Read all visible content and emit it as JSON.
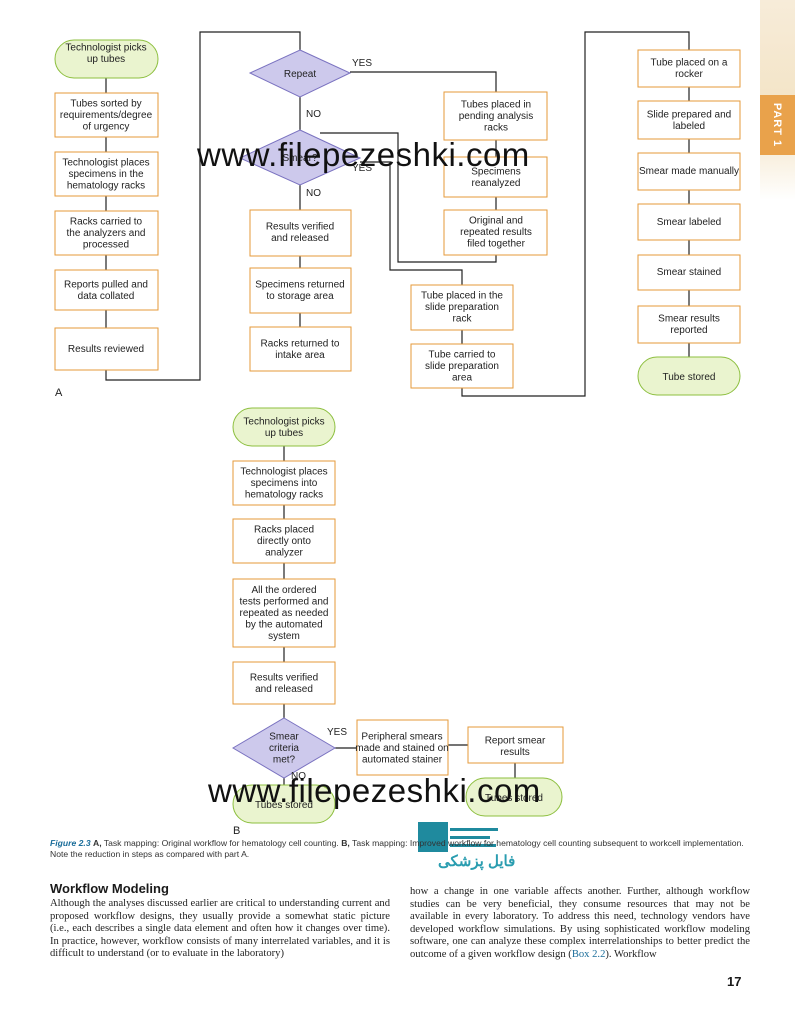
{
  "part_tab": "PART 1",
  "watermark": "www.filepezeshki.com",
  "panel_a": {
    "label": "A",
    "col1": [
      "Technologist picks up tubes",
      "Tubes sorted by requirements/degree of urgency",
      "Technologist places specimens in the hematology racks",
      "Racks carried to the analyzers and processed",
      "Reports pulled and data collated",
      "Results reviewed"
    ],
    "repeat": "Repeat",
    "smear": "Smear?",
    "yes": "YES",
    "no": "NO",
    "col2": [
      "Results verified and released",
      "Specimens returned to storage area",
      "Racks returned to intake area"
    ],
    "col3": [
      "Tubes placed in pending analysis racks",
      "Specimens reanalyzed",
      "Original and repeated results filed together"
    ],
    "col4": [
      "Tube placed in the slide preparation rack",
      "Tube carried to slide preparation area"
    ],
    "col5": [
      "Tube placed on a rocker",
      "Slide prepared and labeled",
      "Smear made manually",
      "Smear labeled",
      "Smear stained",
      "Smear results reported",
      "Tube stored"
    ]
  },
  "panel_b": {
    "label": "B",
    "steps": [
      "Technologist picks up tubes",
      "Technologist places specimens into hematology racks",
      "Racks placed directly onto analyzer",
      "All the ordered tests performed and repeated as needed by the automated system",
      "Results verified and released"
    ],
    "decision": "Smear criteria met?",
    "yes": "YES",
    "no": "NO",
    "stored": "Tubes stored",
    "smears": "Peripheral smears made and stained on automated stainer",
    "report": "Report smear results",
    "stored2": "Tubes stored"
  },
  "caption": {
    "label": "Figure 2.3",
    "a": "A,",
    "text_a": " Task mapping: Original workflow for hematology cell counting. ",
    "b": "B,",
    "text_b": " Task mapping: Improved workflow for hematology cell counting subsequent to workcell implementation. Note the reduction in steps as compared with part A."
  },
  "section": {
    "heading": "Workflow Modeling",
    "left_text": "Although the analyses discussed earlier are critical to understanding current and proposed workflow designs, they usually provide a somewhat static picture (i.e., each describes a single data element and often how it changes over time). In practice, however, workflow consists of many interrelated variables, and it is difficult to understand (or to evaluate in the laboratory)",
    "right_text": "how a change in one variable affects another. Further, although workflow studies can be very beneficial, they consume resources that may not be available in every laboratory. To address this need, technology vendors have developed workflow simulations. By using sophisticated workflow modeling software, one can analyze these complex interrelationships to better predict the outcome of a given workflow design (",
    "right_link": "Box 2.2",
    "right_end": "). Workflow"
  },
  "logo_text": "فایل پزشکی",
  "page_number": "17"
}
